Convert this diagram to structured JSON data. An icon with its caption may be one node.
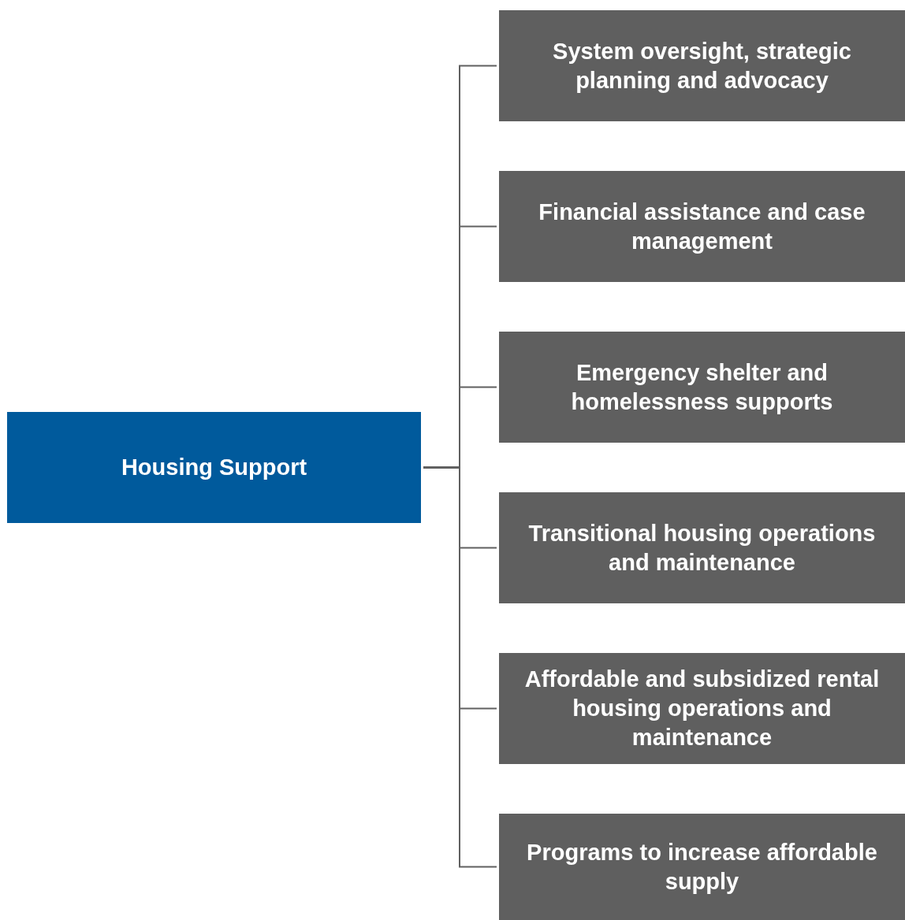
{
  "diagram": {
    "nodes": [
      {
        "text": [
          "Housing Support"
        ]
      },
      {
        "text": [
          "System oversight, strategic planning and advocacy"
        ]
      },
      {
        "text": [
          "Financial assistance and case management"
        ]
      },
      {
        "text": [
          "Emergency shelter and homelessness supports"
        ]
      },
      {
        "text": [
          "Transitional housing operations and maintenance"
        ]
      },
      {
        "text": [
          "Affordable and subsidized rental housing operations and maintenance"
        ]
      },
      {
        "text": [
          "Programs to increase affordable supply"
        ]
      }
    ],
    "edges": [
      {
        "from": 0,
        "to": 1,
        "arrow": "none"
      },
      {
        "from": 0,
        "to": 2,
        "arrow": "none"
      },
      {
        "from": 0,
        "to": 3,
        "arrow": "none"
      },
      {
        "from": 0,
        "to": 4,
        "arrow": "none"
      },
      {
        "from": 0,
        "to": 5,
        "arrow": "none"
      },
      {
        "from": 0,
        "to": 6,
        "arrow": "none"
      }
    ]
  }
}
